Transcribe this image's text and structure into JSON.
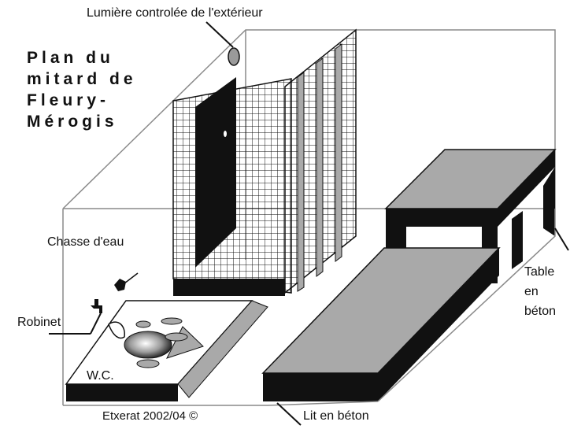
{
  "title": {
    "lines": [
      "Plan du",
      "mitard de",
      "Fleury-",
      "Mérogis"
    ]
  },
  "labels": {
    "light": "Lumière controlée de l'extérieur",
    "flush": "Chasse d'eau",
    "tap": "Robinet",
    "wc": "W.C.",
    "table": [
      "Table",
      "en",
      "béton"
    ],
    "bed": "Lit en béton"
  },
  "credit": "Etxerat 2002/04 ©",
  "colors": {
    "ink": "#111111",
    "concrete": "#a9a9a9",
    "lamp": "#9a9a9a",
    "background": "#ffffff"
  }
}
